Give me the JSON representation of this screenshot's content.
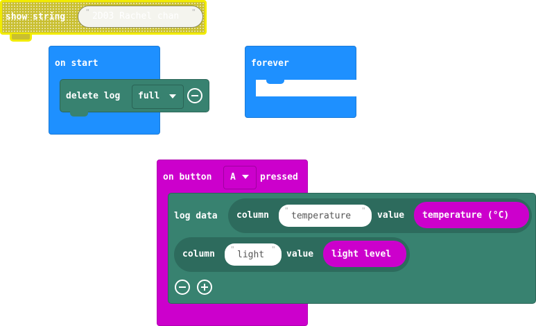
{
  "blocks": {
    "show_string": {
      "label": "show string",
      "value": "2D03 Rachel chan",
      "quote_open": "\"",
      "quote_close": "\""
    },
    "on_start": {
      "label": "on start"
    },
    "delete_log": {
      "label": "delete log",
      "option": "full"
    },
    "forever": {
      "label": "forever"
    },
    "on_button": {
      "label_on": "on button",
      "button": "A",
      "label_pressed": "pressed"
    },
    "log_data": {
      "label": "log data",
      "col1": {
        "column_label": "column",
        "name": "temperature",
        "value_label": "value",
        "value": "temperature (°C)"
      },
      "col2": {
        "column_label": "column",
        "name": "light",
        "value_label": "value",
        "value": "light level"
      }
    }
  },
  "colors": {
    "basic": "#1e90ff",
    "datalogger": "#388270",
    "input": "#cc00cc",
    "disabled": "#c9bf30"
  }
}
